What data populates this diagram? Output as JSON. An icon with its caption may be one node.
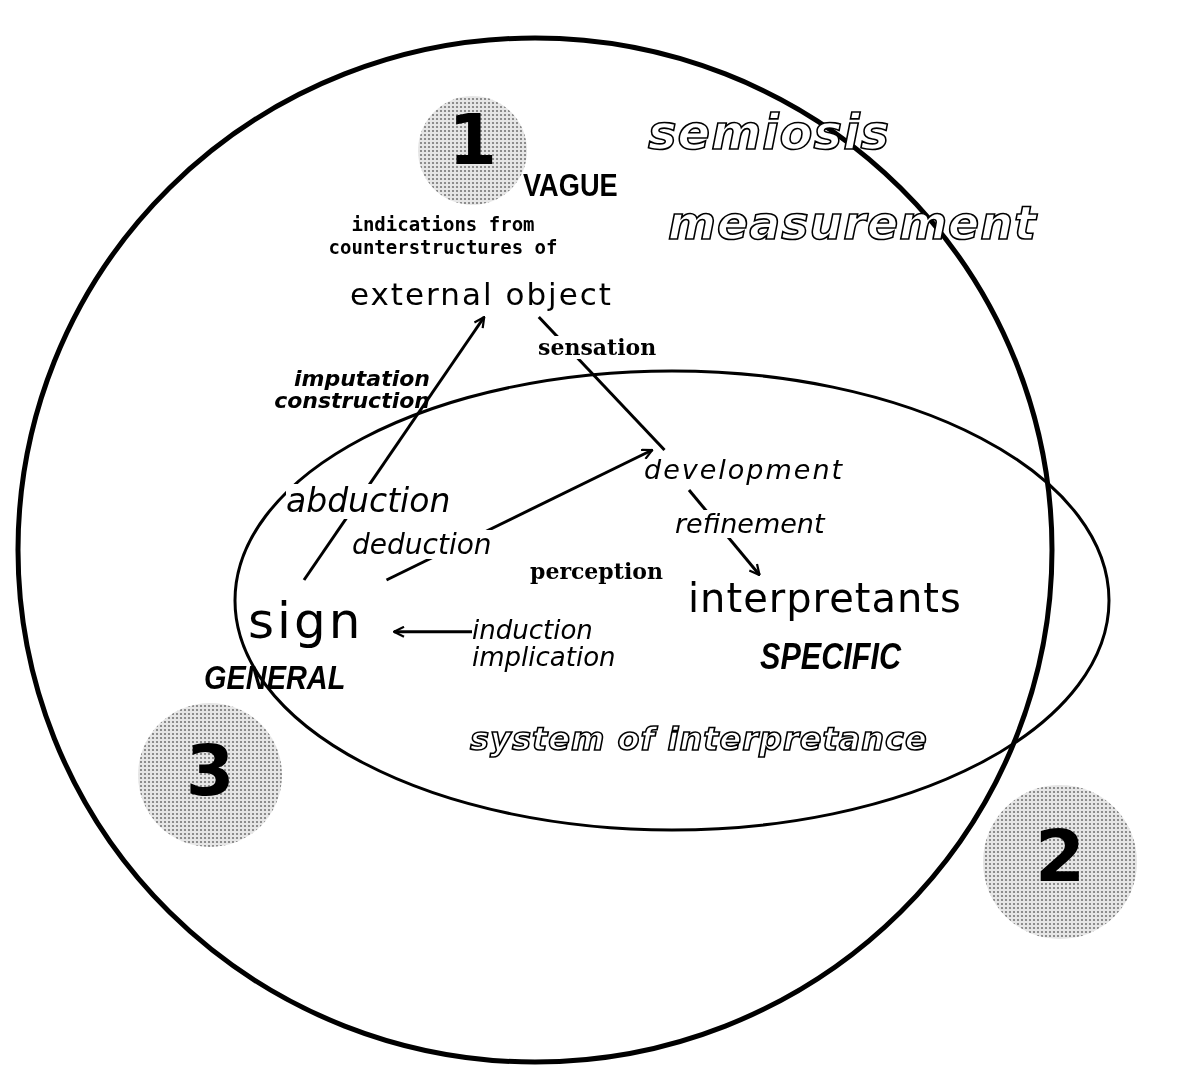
{
  "diagram": {
    "nodes": [
      {
        "text": [],
        "shape": "circle"
      },
      {
        "text": [
          "system of interpretance"
        ]
      },
      {
        "text": [
          "1"
        ],
        "beside": [
          "VAGUE"
        ],
        "in": 0
      },
      {
        "text": [
          "2"
        ]
      },
      {
        "text": [
          "3"
        ],
        "in": 0
      },
      {
        "text": [
          "indications from counterstructures of",
          "external object"
        ],
        "in": 0
      },
      {
        "text": [
          "sign"
        ],
        "beside": [
          "GENERAL"
        ],
        "in": 1
      },
      {
        "text": [
          "interpretants"
        ],
        "beside": [
          "SPECIFIC"
        ],
        "in": 1
      },
      {
        "text": [
          "development"
        ],
        "in": 1
      }
    ],
    "edges": [
      {
        "from": 6,
        "to": 5,
        "arrow": "to",
        "label": "abduction"
      },
      {
        "from": 6,
        "to": 8,
        "arrow": "to",
        "label": "deduction"
      },
      {
        "from": 5,
        "to": 8,
        "arrow": "none",
        "label": "sensation"
      },
      {
        "from": 8,
        "to": 7,
        "arrow": "to",
        "label": "refinement"
      },
      {
        "from": 7,
        "to": 6,
        "arrow": "to",
        "label": "induction implication"
      }
    ],
    "labels": [
      "semiosis",
      "measurement",
      "imputation construction",
      "perception"
    ]
  }
}
